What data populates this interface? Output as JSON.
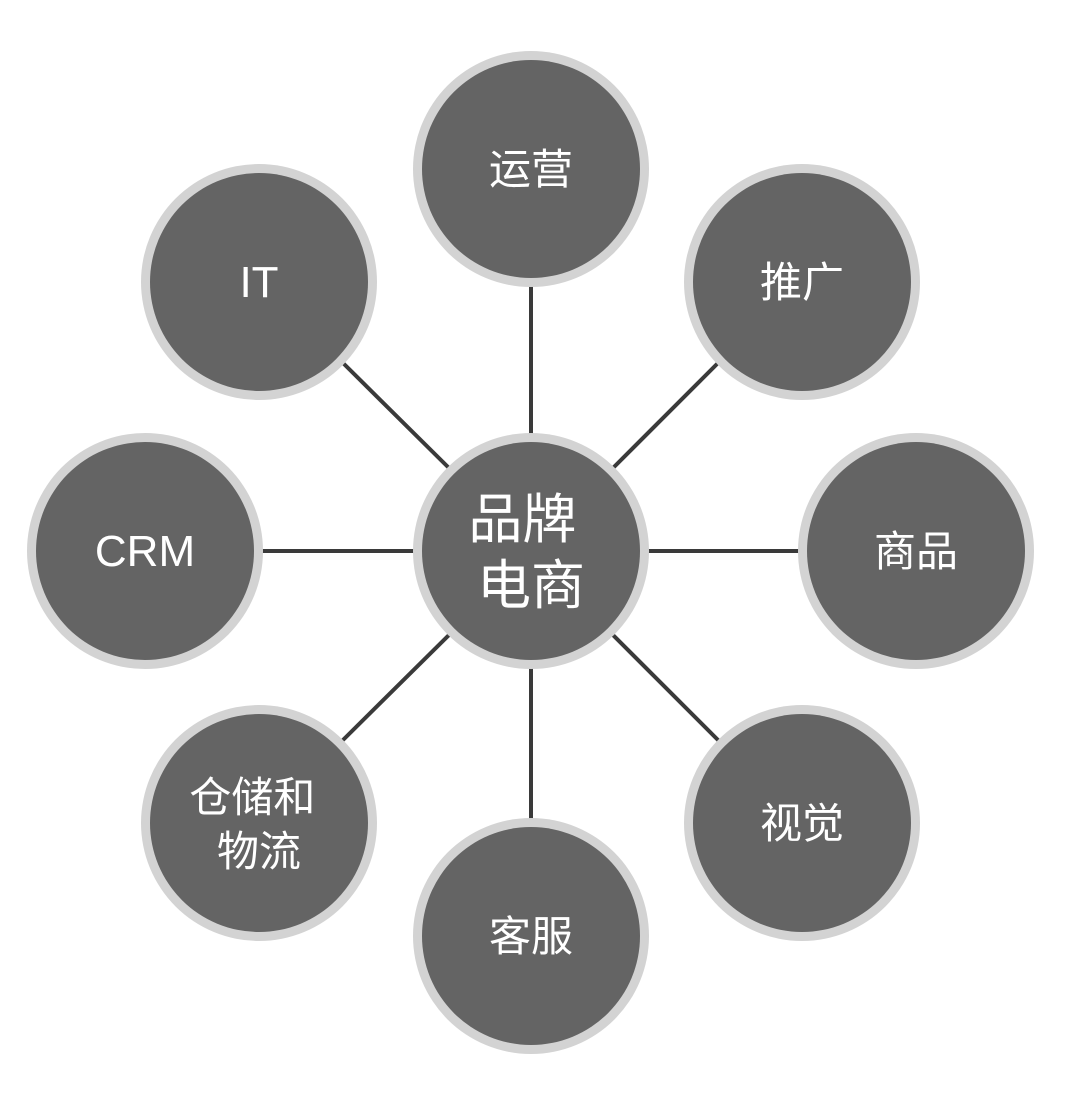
{
  "center": {
    "lines": [
      "品牌",
      "电商"
    ]
  },
  "nodes": [
    {
      "id": "yunying",
      "lines": [
        "运营"
      ]
    },
    {
      "id": "tuiguang",
      "lines": [
        "推广"
      ]
    },
    {
      "id": "shangpin",
      "lines": [
        "商品"
      ]
    },
    {
      "id": "shijue",
      "lines": [
        "视觉"
      ]
    },
    {
      "id": "kefu",
      "lines": [
        "客服"
      ]
    },
    {
      "id": "cangchu-wuliu",
      "lines": [
        "仓储和",
        "物流"
      ]
    },
    {
      "id": "crm",
      "lines": [
        "CRM"
      ]
    },
    {
      "id": "it",
      "lines": [
        "IT"
      ]
    }
  ],
  "colors": {
    "node_fill": "#646464",
    "node_ring": "#d3d3d3",
    "connector": "#3a3a3a",
    "label": "#ffffff"
  }
}
